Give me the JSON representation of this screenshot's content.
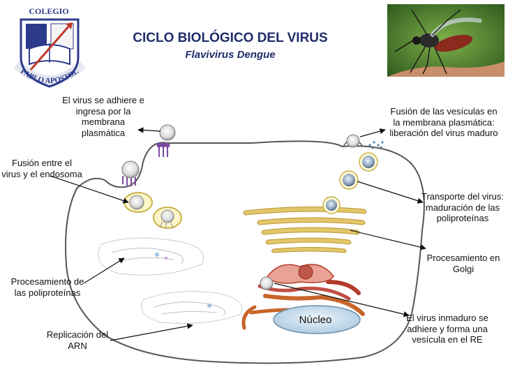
{
  "logo": {
    "top_text": "COLEGIO",
    "bottom_text": "PABLO APOSTOL",
    "colors": {
      "navy": "#2c3a8c",
      "red": "#c0392b"
    }
  },
  "header": {
    "title": "CICLO BIOLÓGICO DEL VIRUS",
    "subtitle": "Flavivirus Dengue"
  },
  "photo": {
    "subject": "mosquito",
    "icon": "mosquito-photo"
  },
  "nucleus_label": "Núcleo",
  "labels": {
    "adhesion": "El virus se adhiere e ingresa por la membrana plasmática",
    "fusion_endosoma": "Fusión entre el virus y el endosoma",
    "proc_poliproteinas": "Procesamiento de las poliproteínas",
    "replicacion": "Replicación del ARN",
    "fusion_vesiculas": "Fusión de las vesículas en la membrana plasmática: liberación del virus maduro",
    "transporte": "Transporte del virus: maduración de las poliproteínas",
    "proc_golgi": "Procesamiento en Golgi",
    "inmaduro": "El virus inmaduro se adhiere y forma una vesícula en el RE"
  },
  "colors": {
    "title": "#1f2d6b",
    "membrane": "#555555",
    "receptor": "#7b4aa0",
    "golgi": "#d6b04a",
    "er_red": "#b23a2a",
    "er_orange": "#c8652a",
    "nucleus": "#cfe3f2"
  }
}
